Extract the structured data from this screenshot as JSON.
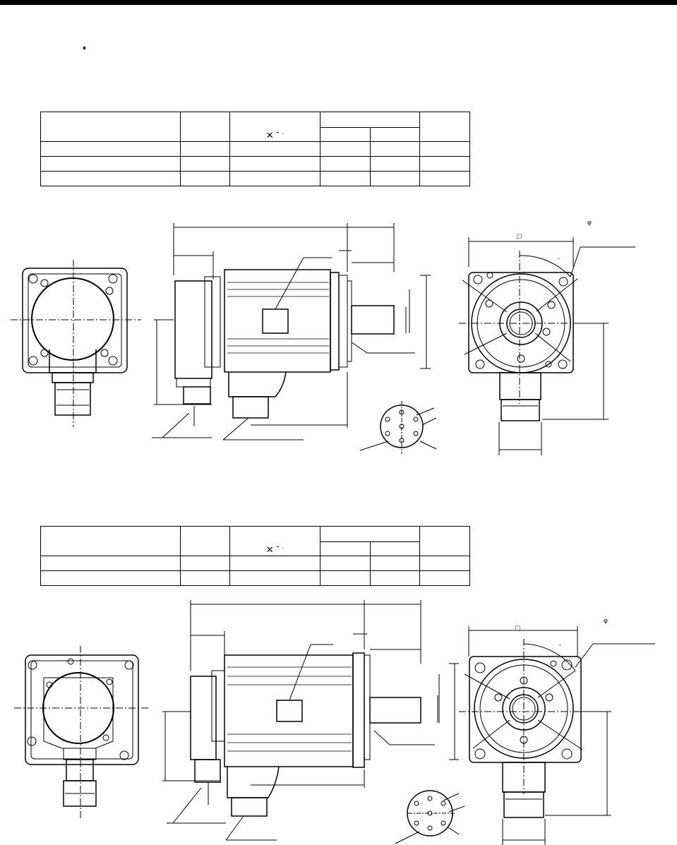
{
  "tables": [
    {
      "header_mark": "✕  ˉ   ˑ",
      "rows": 3
    },
    {
      "header_mark": "✕  ˉ   ˑ",
      "rows": 2
    }
  ],
  "drawings": [
    {
      "flange_symbol": "□",
      "diameter_symbol": "φ",
      "angle_symbol": "°"
    },
    {
      "flange_symbol": "□",
      "diameter_symbol": "φ",
      "angle_symbol": "°"
    }
  ]
}
